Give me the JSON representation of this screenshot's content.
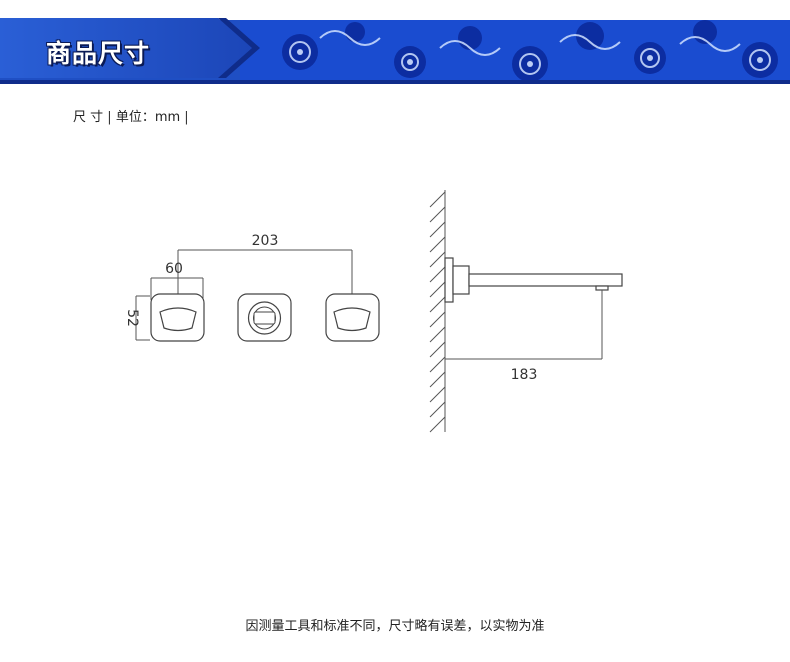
{
  "header": {
    "title": "商品尺寸",
    "colors": {
      "banner_blue": "#1c4fc7",
      "banner_dark": "#0f2c8a",
      "pattern": "#0b2a9c",
      "light": "#cfe0ff"
    }
  },
  "unit_line": {
    "size_label": "尺 寸",
    "separator": "|",
    "unit_label": "单位：mm",
    "end_separator": "|"
  },
  "dimensions": {
    "center_spacing": "203",
    "handle_width": "60",
    "handle_height_clipped": "52",
    "spout_projection": "183"
  },
  "footnote": "因测量工具和标准不同，尺寸略有误差，以实物为准"
}
